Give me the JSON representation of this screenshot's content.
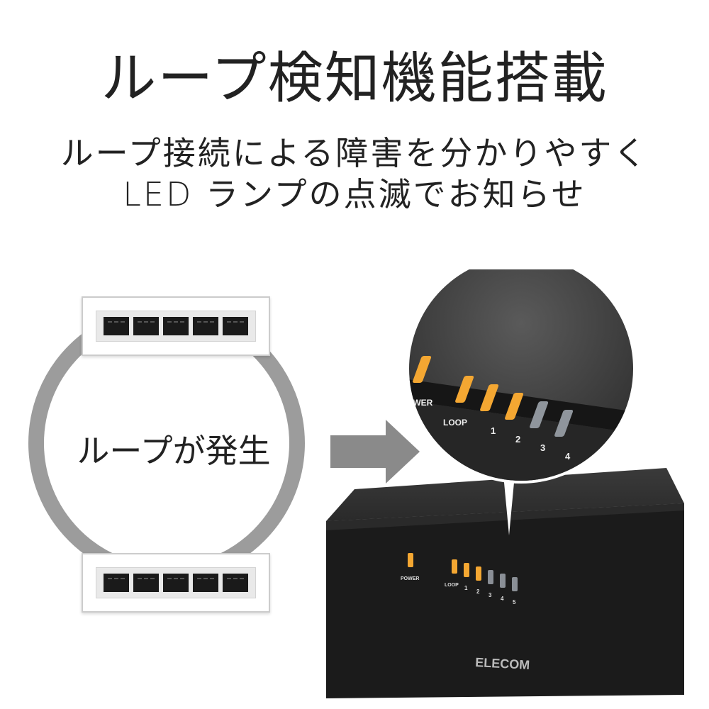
{
  "title": "ループ検知機能搭載",
  "subtitle_line1": "ループ接続による障害を分かりやすく",
  "subtitle_line2": "LED ランプの点滅でお知らせ",
  "diagram": {
    "label": "ループが発生",
    "ports_per_hub": 5
  },
  "device": {
    "brand": "ELECOM",
    "leds": [
      {
        "label": "POWER",
        "state": "on"
      },
      {
        "label": "LOOP",
        "state": "on"
      },
      {
        "label": "1",
        "state": "on"
      },
      {
        "label": "2",
        "state": "on"
      },
      {
        "label": "3",
        "state": "off"
      },
      {
        "label": "4",
        "state": "off"
      },
      {
        "label": "5",
        "state": "off"
      }
    ],
    "colors": {
      "led_on": "#f4a732",
      "body": "#1e1e1e",
      "arrow": "#8a8a8a",
      "ring": "#9c9c9c"
    }
  }
}
